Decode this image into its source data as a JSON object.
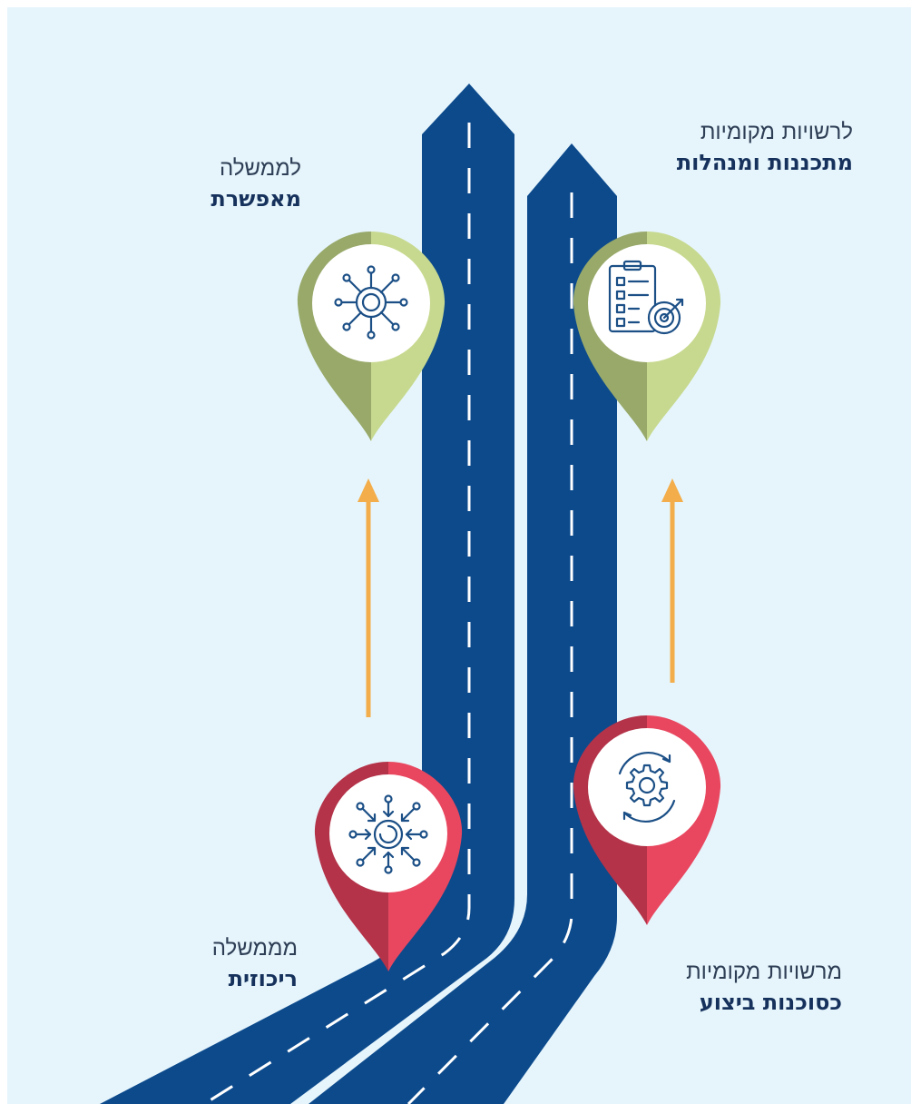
{
  "labels": {
    "top_left": {
      "line1": "לממשלה",
      "line2": "מאפשרת"
    },
    "top_right": {
      "line1": "לרשויות מקומיות",
      "line2": "מתכננות ומנהלות"
    },
    "bottom_left": {
      "line1": "מממשלה",
      "line2": "ריכוזית"
    },
    "bottom_right": {
      "line1": "מרשויות מקומיות",
      "line2": "כסוכנות ביצוע"
    }
  },
  "colors": {
    "background": "#e6f5fc",
    "road": "#0c4a8c",
    "lane_marking": "#ffffff",
    "pin_green_light": "#c7d98f",
    "pin_green_dark": "#98a96a",
    "pin_red_light": "#e8475f",
    "pin_red_dark": "#b43349",
    "arrow": "#f3ad4a",
    "icon_stroke": "#1b4f86"
  },
  "icons": {
    "top_left_pin": "network-hub-icon",
    "top_right_pin": "checklist-target-icon",
    "bottom_left_pin": "centralized-hub-icon",
    "bottom_right_pin": "gear-cycle-icon"
  }
}
